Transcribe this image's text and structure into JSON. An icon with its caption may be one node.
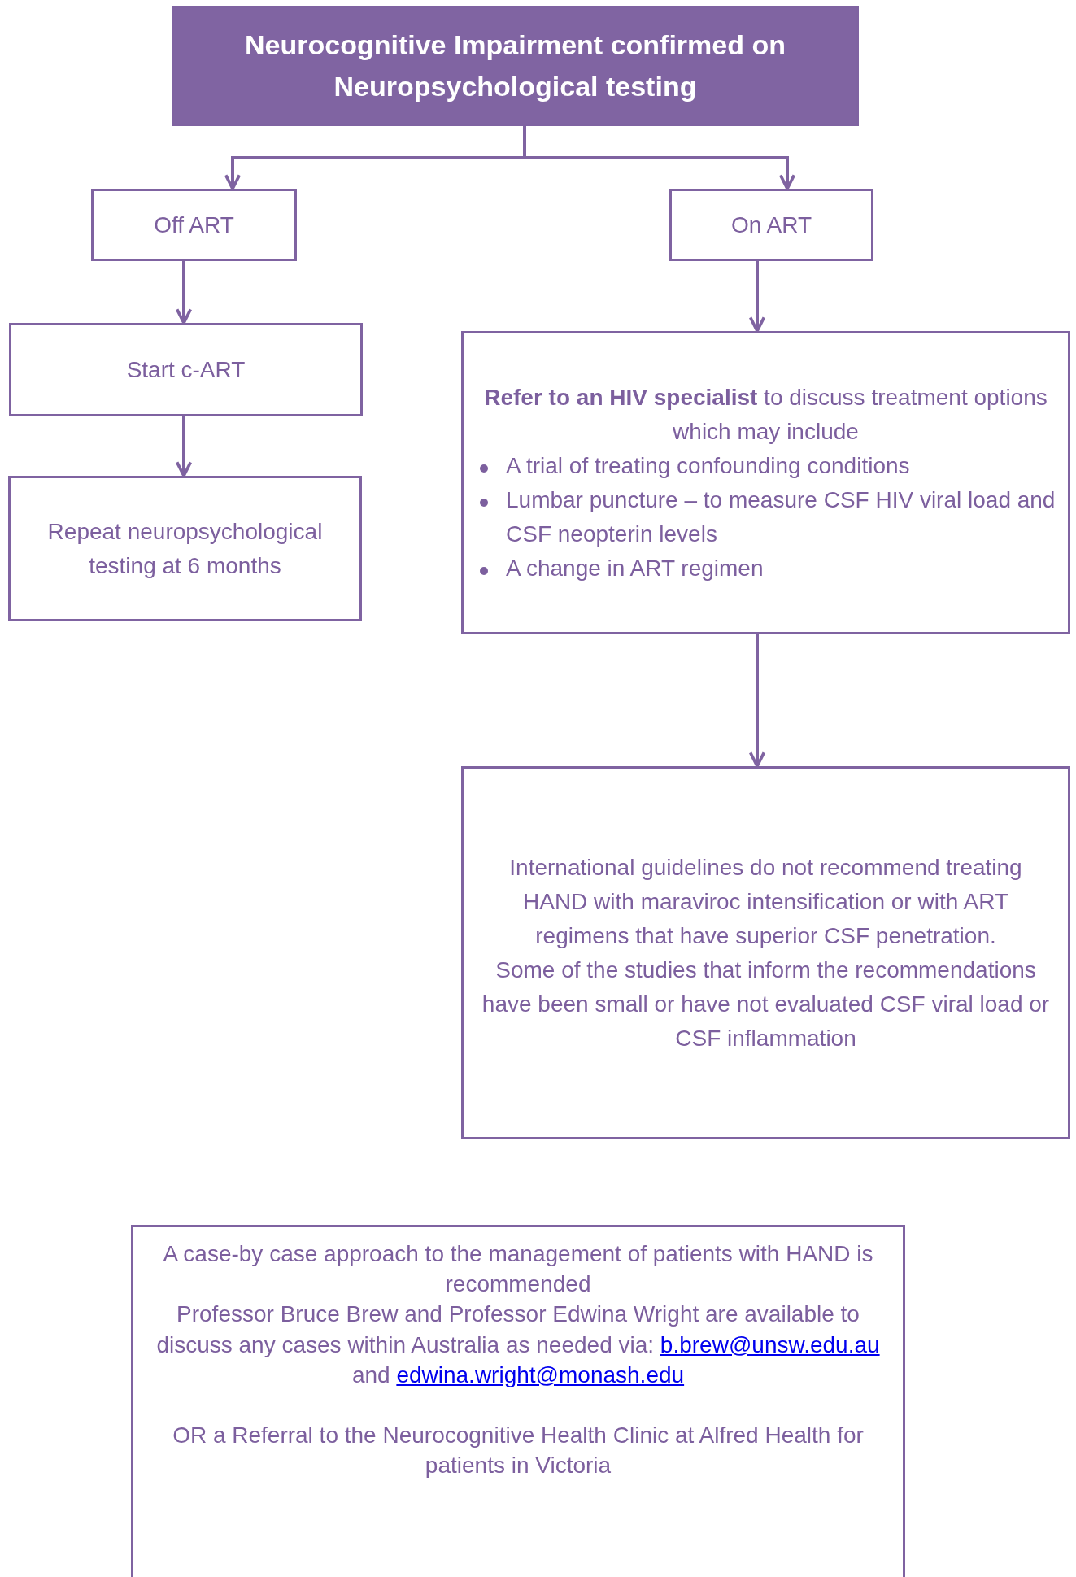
{
  "diagram": {
    "nodes": [
      {
        "text": [
          "Neurocognitive Impairment confirmed on Neuropsychological testing"
        ]
      },
      {
        "text": [
          "Off ART"
        ]
      },
      {
        "text": [
          "On ART"
        ]
      },
      {
        "text": [
          "Start c-ART"
        ]
      },
      {
        "text": [
          "Repeat neuropsychological testing at 6 months"
        ]
      },
      {
        "text": [
          "**Refer to an HIV specialist** to discuss treatment options which may include",
          "A trial of treating confounding conditions",
          "Lumbar puncture – to measure CSF HIV viral load and CSF neopterin levels",
          "A change in ART regimen"
        ]
      },
      {
        "text": [
          "International guidelines do not recommend treating HAND with maraviroc intensification or with ART regimens that have superior CSF penetration.",
          "Some of the studies that inform the recommendations have been small or have not evaluated CSF viral load or CSF inflammation"
        ]
      },
      {
        "text": [
          "A case-by case approach to the management of patients with HAND is recommended",
          "Professor Bruce Brew and Professor Edwina Wright are available to discuss any cases within Australia as needed via:",
          "b.brew@unsw.edu.au",
          "and",
          "edwina.wright@monash.edu",
          "OR a Referral to the Neurocognitive Health Clinic at Alfred Health for patients in Victoria"
        ]
      }
    ],
    "edges": [
      {
        "from": 0,
        "to": 1,
        "arrow": "to"
      },
      {
        "from": 0,
        "to": 2,
        "arrow": "to"
      },
      {
        "from": 1,
        "to": 3,
        "arrow": "to"
      },
      {
        "from": 3,
        "to": 4,
        "arrow": "to"
      },
      {
        "from": 2,
        "to": 5,
        "arrow": "to"
      },
      {
        "from": 5,
        "to": 6,
        "arrow": "to"
      }
    ]
  }
}
